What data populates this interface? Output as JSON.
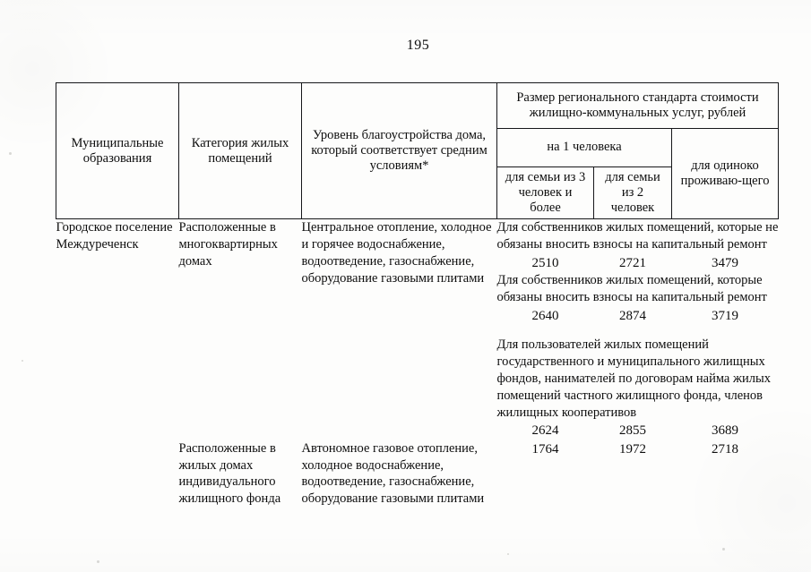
{
  "page": {
    "number": "195"
  },
  "table": {
    "headers": {
      "col1": "Муниципальные образования",
      "col2": "Категория жилых помещений",
      "col3": "Уровень благоустройства дома, который соответствует средним условиям*",
      "standard_group": "Размер регионального стандарта стоимости жилищно-коммунальных услуг, рублей",
      "per_person": "на 1 человека",
      "family3": "для семьи из 3 человек и более",
      "family2": "для семьи из 2 человек",
      "single": "для одиноко проживаю-щего"
    },
    "rows": [
      {
        "municipality": "Городское поселение Междуреченск",
        "category": "Расположенные в многоквартирных домах",
        "improvement": "Центральное отопление, холодное и горячее водоснабжение, водоотведение, газоснабжение, оборудование газовыми плитами",
        "blocks": [
          {
            "note": "Для собственников жилых помещений, которые не обязаны вносить взносы на капитальный ремонт",
            "family3": "2510",
            "family2": "2721",
            "single": "3479"
          },
          {
            "note": "Для собственников  жилых помещений, которые обязаны вносить взносы на капитальный ремонт",
            "family3": "2640",
            "family2": "2874",
            "single": "3719"
          },
          {
            "note": "Для пользователей жилых помещений государственного и муниципального жилищных фондов, нанимателей по договорам найма жилых помещений частного жилищного фонда, членов жилищных кооперативов",
            "family3": "2624",
            "family2": "2855",
            "single": "3689"
          }
        ]
      },
      {
        "municipality": "",
        "category": "Расположенные в жилых домах индивидуального жилищного фонда",
        "improvement": "Автономное газовое отопление, холодное водоснабжение, водоотведение, газоснабжение, оборудование газовыми плитами",
        "blocks": [
          {
            "note": "",
            "family3": "1764",
            "family2": "1972",
            "single": "2718"
          }
        ]
      }
    ]
  }
}
